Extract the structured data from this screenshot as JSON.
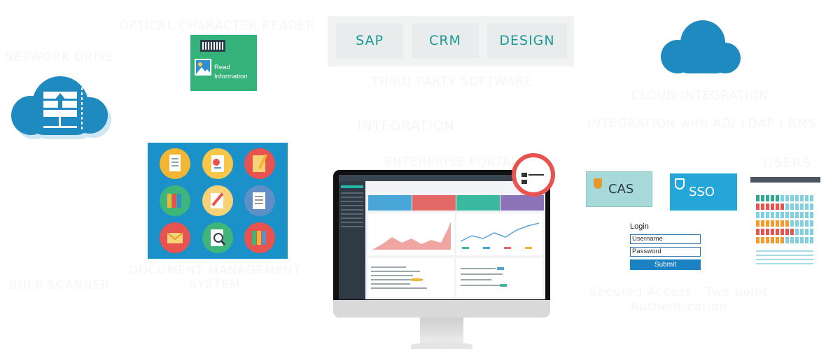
{
  "colors": {
    "teal_text": "#1a9a97",
    "cloud_blue": "#1f8ac0",
    "cas_bg": "#a6d9d8",
    "sso_bg": "#24a6d9",
    "submit_bg": "#1a82c2",
    "ocr_green": "#34b27a",
    "dms_blue": "#1b91c9",
    "magnifier_red": "#e8524f"
  },
  "labels": {
    "network_drive": "NETWORK DRIVE",
    "bulk_scanner": "BULK SCANNER",
    "ocr": "OPTICAL CHARACTER READER",
    "dms": "DOCUMENT  MANAGEMENT SYSTEM",
    "third_party": "THIRD PARTY SOFTWARE",
    "integration": "INTEGRATION",
    "enterprise_portal": "ENTERPRISE PORTAL",
    "cloud_integration": "CLOUD INTEGRATION",
    "ad_integration": "INTEGRATION with AD/ LDAP / RMS",
    "users": "USERS",
    "secured_access": "Secured Access , Two point Authentication"
  },
  "third_party_software": [
    "SAP",
    "CRM",
    "DESIGN"
  ],
  "ocr_card": {
    "line1": "Read",
    "line2": "Information"
  },
  "auth": {
    "cas": "CAS",
    "sso": "SSO"
  },
  "login": {
    "title": "Login",
    "username_placeholder": "Username",
    "password_placeholder": "Password",
    "submit": "Submit"
  },
  "icons": {
    "network_drive": "cloud-server-icon",
    "cloud": "cloud-icon",
    "ocr": "barcode-icon",
    "magnifier": "magnifier-icon",
    "shield": "shield-icon",
    "users": "people-grid-icon"
  }
}
